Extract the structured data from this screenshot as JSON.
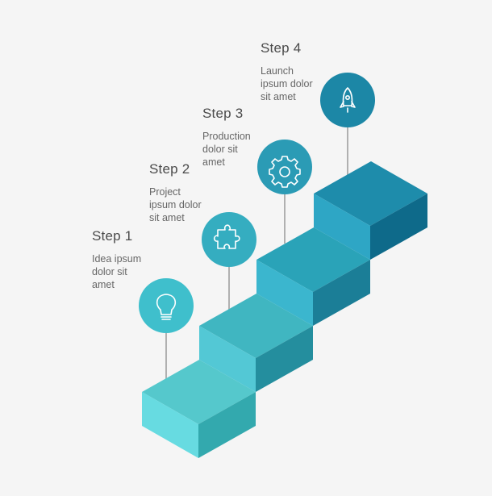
{
  "steps": [
    {
      "title": "Step 1",
      "description": "Idea ipsum\ndolor sit\namet",
      "icon": "lightbulb-icon"
    },
    {
      "title": "Step 2",
      "description": "Project\nipsum dolor\nsit amet",
      "icon": "puzzle-icon"
    },
    {
      "title": "Step 3",
      "description": "Production\ndolor sit\namet",
      "icon": "gear-icon"
    },
    {
      "title": "Step 4",
      "description": "Launch\nipsum dolor\nsit amet",
      "icon": "rocket-icon"
    }
  ],
  "colors": {
    "background": "#f5f5f5",
    "circle_step1": "#3fbfcc",
    "circle_step2": "#35adc0",
    "circle_step3": "#2b9bb5",
    "circle_step4": "#1c87a6",
    "stem": "#b0b0b0"
  }
}
